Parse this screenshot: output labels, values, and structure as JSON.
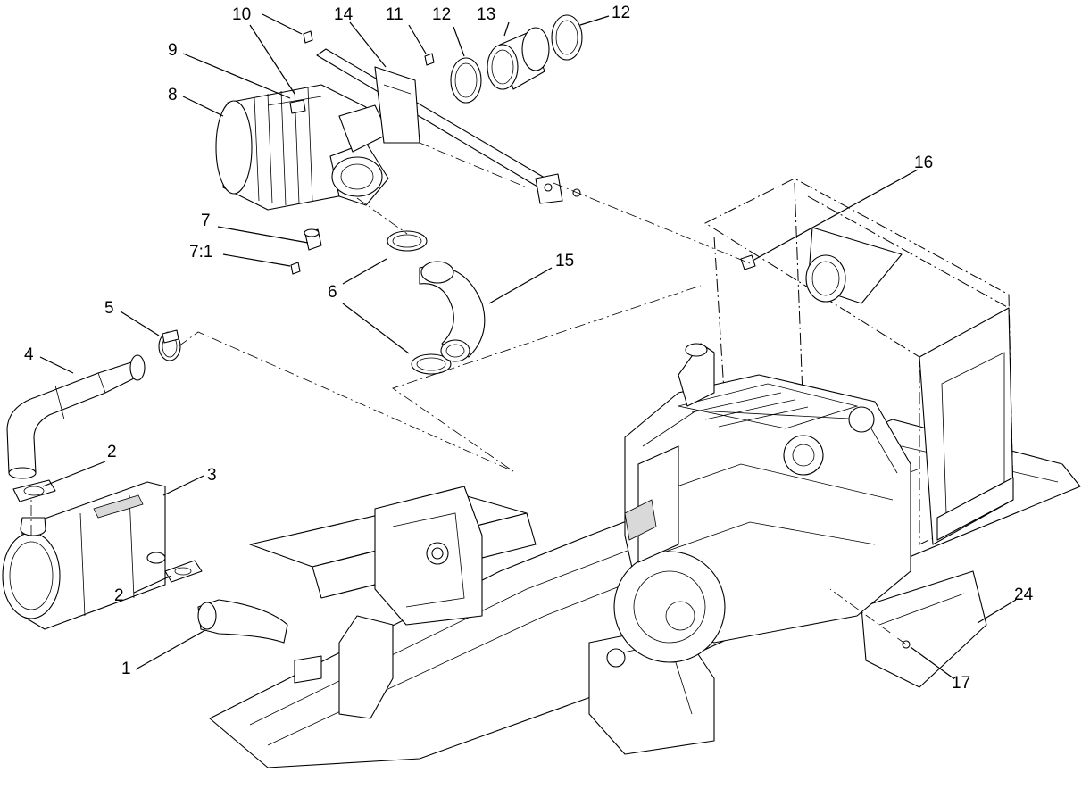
{
  "callouts": [
    {
      "id": "c1",
      "text": "1"
    },
    {
      "id": "c2a",
      "text": "2"
    },
    {
      "id": "c2b",
      "text": "2"
    },
    {
      "id": "c3",
      "text": "3"
    },
    {
      "id": "c4",
      "text": "4"
    },
    {
      "id": "c5",
      "text": "5"
    },
    {
      "id": "c6a",
      "text": "6"
    },
    {
      "id": "c6b",
      "text": "6"
    },
    {
      "id": "c7",
      "text": "7"
    },
    {
      "id": "c7_1",
      "text": "7:1"
    },
    {
      "id": "c8",
      "text": "8"
    },
    {
      "id": "c9",
      "text": "9"
    },
    {
      "id": "c10",
      "text": "10"
    },
    {
      "id": "c11",
      "text": "11"
    },
    {
      "id": "c12a",
      "text": "12"
    },
    {
      "id": "c12b",
      "text": "12"
    },
    {
      "id": "c13",
      "text": "13"
    },
    {
      "id": "c14",
      "text": "14"
    },
    {
      "id": "c15",
      "text": "15"
    },
    {
      "id": "c16",
      "text": "16"
    },
    {
      "id": "c17",
      "text": "17"
    },
    {
      "id": "c24",
      "text": "24"
    }
  ]
}
